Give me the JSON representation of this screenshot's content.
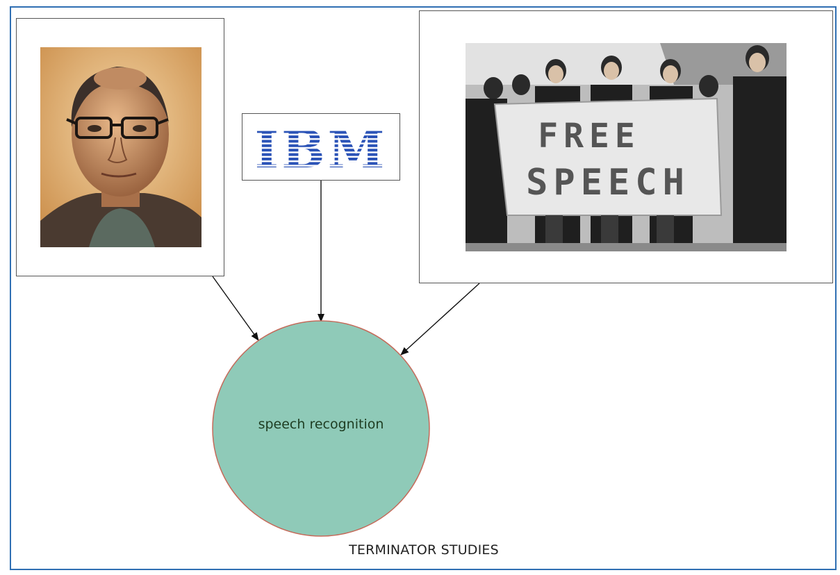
{
  "diagram": {
    "center_node": {
      "label": "speech recognition"
    },
    "caption": "TERMINATOR STUDIES",
    "nodes": [
      {
        "id": "portrait",
        "icon": "portrait-photo-icon"
      },
      {
        "id": "ibm",
        "icon": "ibm-logo-icon",
        "logo_text": "IBM"
      },
      {
        "id": "protest",
        "icon": "protest-photo-icon",
        "banner_line1": "FREE",
        "banner_line2": "SPEECH"
      }
    ],
    "colors": {
      "circle_fill": "#8fcab8",
      "circle_stroke": "#c56a5a",
      "frame_border": "#2f6fb3",
      "ibm_blue": "#2b53b7"
    }
  }
}
